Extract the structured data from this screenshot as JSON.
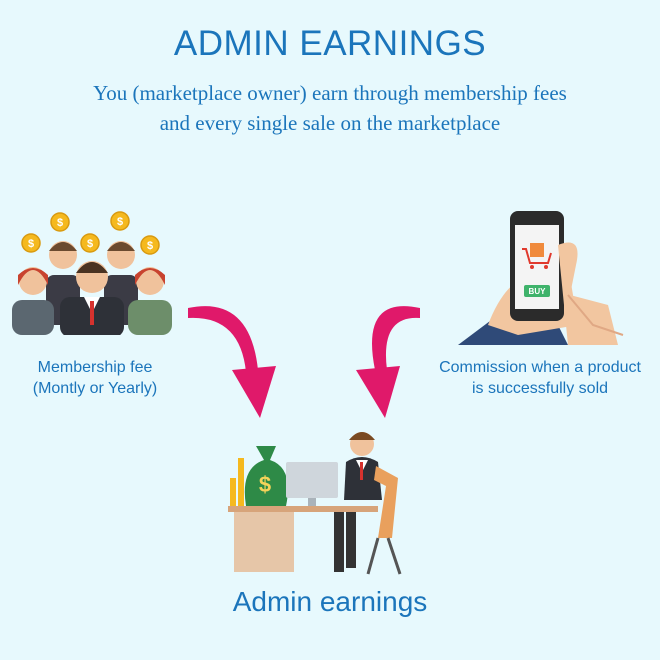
{
  "header": {
    "title": "ADMIN EARNINGS",
    "subtitle_line1": "You (marketplace owner) earn through membership fees",
    "subtitle_line2": "and every single sale on the marketplace"
  },
  "left": {
    "caption_line1": "Membership fee",
    "caption_line2": "(Montly or Yearly)",
    "coin_symbol": "$"
  },
  "right": {
    "caption_line1": "Commission when a product",
    "caption_line2": "is successfully sold",
    "buy_label": "BUY"
  },
  "center": {
    "label": "Admin earnings",
    "bag_symbol": "$"
  },
  "colors": {
    "background": "#e7f9fd",
    "text": "#1b75bb",
    "arrow": "#e0196a"
  }
}
